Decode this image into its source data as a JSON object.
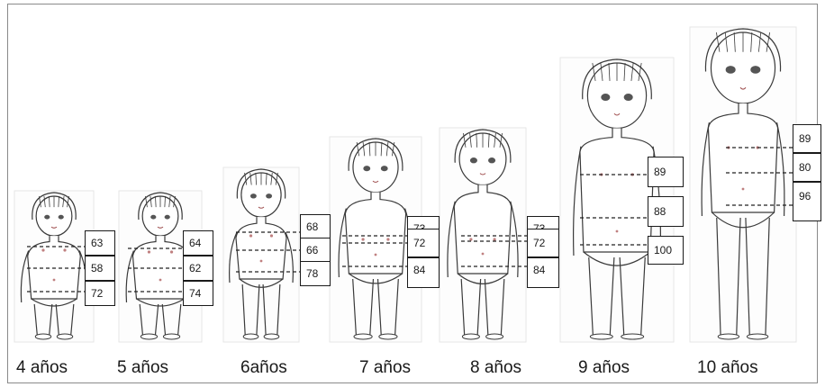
{
  "figure": {
    "children": [
      {
        "age_label": "4 años",
        "measurements": [
          "63",
          "58",
          "72"
        ]
      },
      {
        "age_label": "5 años",
        "measurements": [
          "64",
          "62",
          "74"
        ]
      },
      {
        "age_label": "6años",
        "measurements": [
          "68",
          "66",
          "78"
        ]
      },
      {
        "age_label": "7 años",
        "measurements": [
          "73",
          "72",
          "84"
        ]
      },
      {
        "age_label": "8 años",
        "measurements": [
          "73",
          "72",
          "84"
        ]
      },
      {
        "age_label": "9 años",
        "measurements": [
          "89",
          "88",
          "100"
        ]
      },
      {
        "age_label": "10 años",
        "measurements": [
          "89",
          "80",
          "96"
        ]
      }
    ],
    "colors": {
      "line": "#3a3a3a",
      "box_border": "#1a1a1a",
      "frame": "#8a8a8a",
      "text": "#1a1a1a"
    }
  }
}
